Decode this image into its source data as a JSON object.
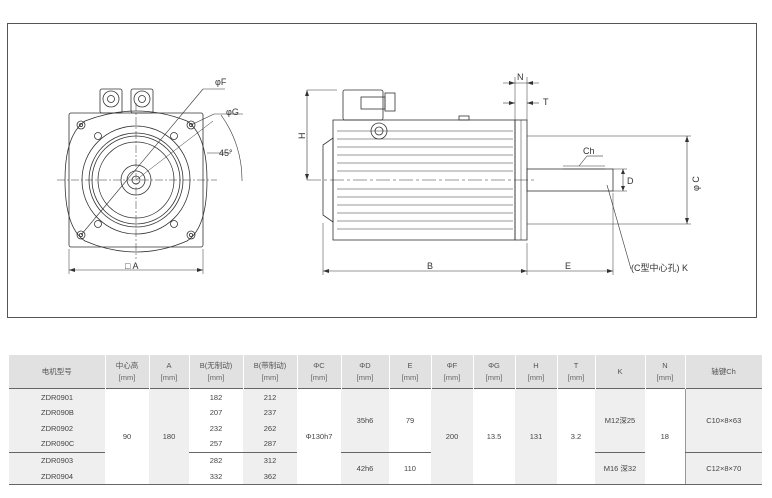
{
  "drawing": {
    "front_labels": {
      "phi_f": "φF",
      "phi_g": "φG",
      "angle": "45°",
      "a": "□ A"
    },
    "side_labels": {
      "n": "N",
      "t": "T",
      "h": "H",
      "ch": "Ch",
      "d": "D",
      "phi_c": "φ C",
      "b": "B",
      "e": "E",
      "k": "(C型中心孔) K"
    }
  },
  "table": {
    "headers": [
      {
        "name": "电机型号",
        "unit": ""
      },
      {
        "name": "中心高",
        "unit": "[mm]"
      },
      {
        "name": "A",
        "unit": "[mm]"
      },
      {
        "name": "B(无制动)",
        "unit": "[mm]"
      },
      {
        "name": "B(带制动)",
        "unit": "[mm]"
      },
      {
        "name": "ΦC",
        "unit": "[mm]"
      },
      {
        "name": "ΦD",
        "unit": "[mm]"
      },
      {
        "name": "E",
        "unit": "[mm]"
      },
      {
        "name": "ΦF",
        "unit": "[mm]"
      },
      {
        "name": "ΦG",
        "unit": "[mm]"
      },
      {
        "name": "H",
        "unit": "[mm]"
      },
      {
        "name": "T",
        "unit": "[mm]"
      },
      {
        "name": "K",
        "unit": ""
      },
      {
        "name": "N",
        "unit": "[mm]"
      },
      {
        "name": "轴键Ch",
        "unit": ""
      }
    ],
    "group1": {
      "models": [
        "ZDR0901",
        "ZDR090B",
        "ZDR0902",
        "ZDR090C"
      ],
      "b_no_brake": [
        "182",
        "207",
        "232",
        "257"
      ],
      "b_brake": [
        "212",
        "237",
        "262",
        "287"
      ],
      "phi_d": "35h6",
      "e": "79",
      "k": "M12深25",
      "ch": "C10×8×63"
    },
    "group2": {
      "models": [
        "ZDR0903",
        "ZDR0904"
      ],
      "b_no_brake": [
        "282",
        "332"
      ],
      "b_brake": [
        "312",
        "362"
      ],
      "phi_d": "42h6",
      "e": "110",
      "k": "M16 深32",
      "ch": "C12×8×70"
    },
    "shared": {
      "center_height": "90",
      "a": "180",
      "phi_c": "Φ130h7",
      "phi_f": "200",
      "phi_g": "13.5",
      "h": "131",
      "t": "3.2",
      "n": "18"
    }
  }
}
